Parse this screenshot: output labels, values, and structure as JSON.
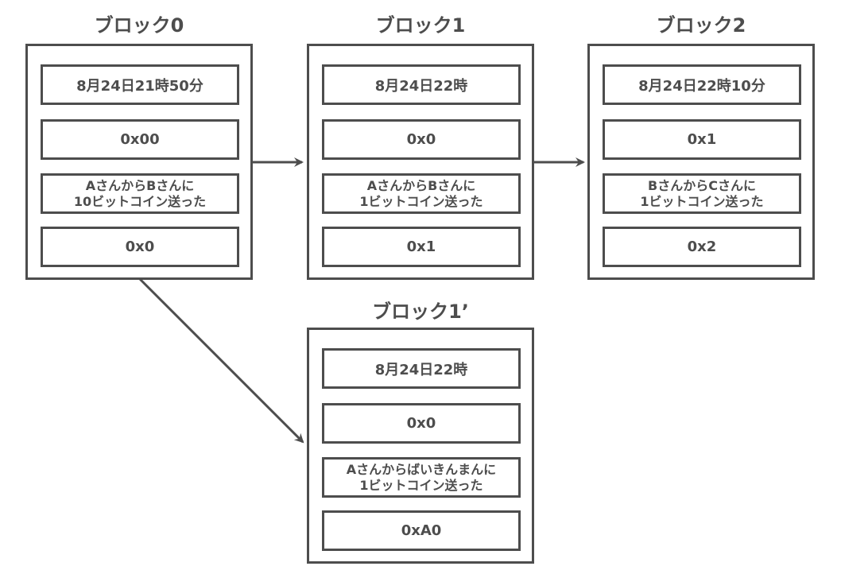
{
  "blocks": [
    {
      "title": "ブロック0",
      "time": "8月24日21時50分",
      "prev_hash": "0x00",
      "tx_line1": "AさんからBさんに",
      "tx_line2": "10ビットコイン送った",
      "hash": "0x0"
    },
    {
      "title": "ブロック1",
      "time": "8月24日22時",
      "prev_hash": "0x0",
      "tx_line1": "AさんからBさんに",
      "tx_line2": "1ビットコイン送った",
      "hash": "0x1"
    },
    {
      "title": "ブロック2",
      "time": "8月24日22時10分",
      "prev_hash": "0x1",
      "tx_line1": "BさんからCさんに",
      "tx_line2": "1ビットコイン送った",
      "hash": "0x2"
    },
    {
      "title": "ブロック1’",
      "time": "8月24日22時",
      "prev_hash": "0x0",
      "tx_line1": "Aさんからばいきんまんに",
      "tx_line2": "1ビットコイン送った",
      "hash": "0xA0"
    }
  ],
  "colors": {
    "stroke": "#4d4d4d",
    "background": "#ffffff"
  }
}
